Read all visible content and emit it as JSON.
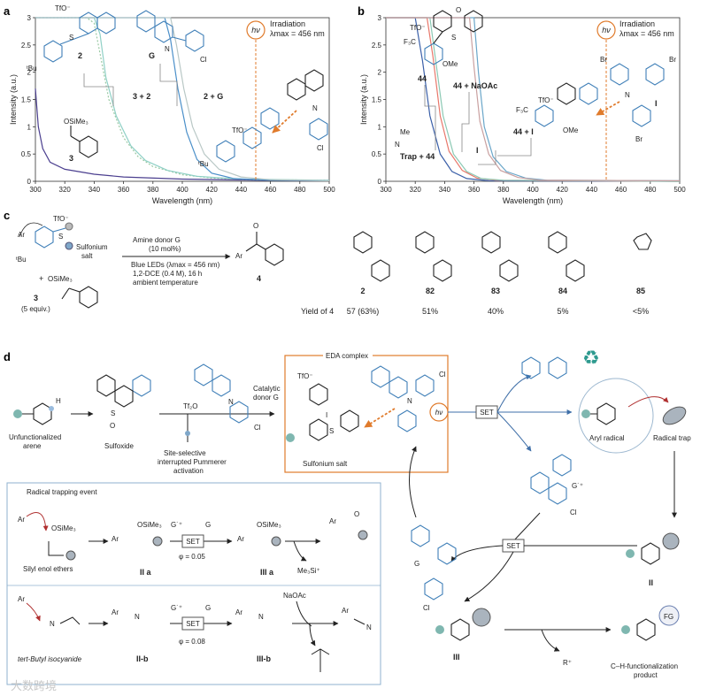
{
  "panels": {
    "a": "a",
    "b": "b",
    "c": "c",
    "d": "d"
  },
  "chart_data": [
    {
      "type": "line",
      "panel": "a",
      "xlabel": "Wavelength (nm)",
      "ylabel": "Intensity (a.u.)",
      "xlim": [
        300,
        500
      ],
      "ylim": [
        0,
        3
      ],
      "xticks": [
        300,
        320,
        340,
        360,
        380,
        400,
        420,
        440,
        460,
        480,
        500
      ],
      "yticks": [
        0,
        0.5,
        1,
        1.5,
        2,
        2.5,
        3
      ],
      "irradiation": {
        "label": "Irradiation",
        "lambda": "λmax = 456 nm",
        "x": 450,
        "hv": "hν"
      },
      "series": [
        {
          "name": "3",
          "color": "#4b3f8f",
          "points": [
            [
              300,
              1.7
            ],
            [
              302,
              1.0
            ],
            [
              305,
              0.6
            ],
            [
              310,
              0.35
            ],
            [
              320,
              0.22
            ],
            [
              340,
              0.13
            ],
            [
              360,
              0.08
            ],
            [
              400,
              0.04
            ],
            [
              450,
              0.02
            ],
            [
              500,
              0.01
            ]
          ]
        },
        {
          "name": "3 + 2",
          "color": "#9ac9a3",
          "dashed": true,
          "points": [
            [
              300,
              3
            ],
            [
              335,
              3
            ],
            [
              340,
              2.9
            ],
            [
              345,
              2.2
            ],
            [
              350,
              1.5
            ],
            [
              360,
              0.8
            ],
            [
              370,
              0.45
            ],
            [
              380,
              0.27
            ],
            [
              400,
              0.12
            ],
            [
              420,
              0.06
            ],
            [
              450,
              0.03
            ],
            [
              500,
              0.02
            ]
          ]
        },
        {
          "name": "2",
          "color": "#8fd0c6",
          "points": [
            [
              300,
              3
            ],
            [
              340,
              3
            ],
            [
              344,
              2.7
            ],
            [
              348,
              1.9
            ],
            [
              355,
              1.2
            ],
            [
              365,
              0.65
            ],
            [
              375,
              0.38
            ],
            [
              390,
              0.2
            ],
            [
              410,
              0.09
            ],
            [
              440,
              0.04
            ],
            [
              500,
              0.02
            ]
          ]
        },
        {
          "name": "G",
          "color": "#4a8fc9",
          "points": [
            [
              300,
              3
            ],
            [
              388,
              3
            ],
            [
              392,
              2.6
            ],
            [
              397,
              1.7
            ],
            [
              403,
              0.9
            ],
            [
              410,
              0.4
            ],
            [
              420,
              0.15
            ],
            [
              435,
              0.05
            ],
            [
              460,
              0.02
            ],
            [
              500,
              0.01
            ]
          ]
        },
        {
          "name": "2 + G",
          "color": "#b9c8c6",
          "points": [
            [
              300,
              3
            ],
            [
              392,
              3
            ],
            [
              396,
              2.5
            ],
            [
              401,
              1.7
            ],
            [
              407,
              1.0
            ],
            [
              415,
              0.5
            ],
            [
              425,
              0.22
            ],
            [
              440,
              0.08
            ],
            [
              460,
              0.03
            ],
            [
              500,
              0.01
            ]
          ]
        }
      ]
    },
    {
      "type": "line",
      "panel": "b",
      "xlabel": "Wavelength (nm)",
      "ylabel": "Intensity (a.u.)",
      "xlim": [
        300,
        500
      ],
      "ylim": [
        0,
        3
      ],
      "xticks": [
        300,
        320,
        340,
        360,
        380,
        400,
        420,
        440,
        460,
        480,
        500
      ],
      "yticks": [
        0,
        0.5,
        1,
        1.5,
        2,
        2.5,
        3
      ],
      "irradiation": {
        "label": "Irradiation",
        "lambda": "λmax = 456 nm",
        "x": 450,
        "hv": "hν"
      },
      "series": [
        {
          "name": "Trap + 44",
          "color": "#3a5fa8",
          "points": [
            [
              300,
              3
            ],
            [
              320,
              3
            ],
            [
              325,
              2.2
            ],
            [
              330,
              1.2
            ],
            [
              337,
              0.5
            ],
            [
              345,
              0.18
            ],
            [
              355,
              0.05
            ],
            [
              370,
              0.01
            ],
            [
              500,
              0
            ]
          ]
        },
        {
          "name": "44",
          "color": "#e8776a",
          "points": [
            [
              300,
              3
            ],
            [
              328,
              3
            ],
            [
              332,
              2.3
            ],
            [
              337,
              1.2
            ],
            [
              343,
              0.55
            ],
            [
              352,
              0.2
            ],
            [
              362,
              0.06
            ],
            [
              375,
              0.02
            ],
            [
              500,
              0
            ]
          ]
        },
        {
          "name": "44 + NaOAc",
          "color": "#8cc9b4",
          "points": [
            [
              300,
              3
            ],
            [
              330,
              3
            ],
            [
              334,
              2.2
            ],
            [
              339,
              1.2
            ],
            [
              346,
              0.5
            ],
            [
              355,
              0.18
            ],
            [
              365,
              0.05
            ],
            [
              380,
              0.02
            ],
            [
              500,
              0
            ]
          ]
        },
        {
          "name": "44 + I",
          "color": "#6aa6c9",
          "points": [
            [
              300,
              3
            ],
            [
              360,
              3
            ],
            [
              363,
              2.0
            ],
            [
              367,
              1.0
            ],
            [
              373,
              0.45
            ],
            [
              382,
              0.18
            ],
            [
              395,
              0.06
            ],
            [
              410,
              0.02
            ],
            [
              500,
              0.01
            ]
          ]
        },
        {
          "name": "I",
          "color": "#c9a0a0",
          "points": [
            [
              300,
              3
            ],
            [
              357,
              3
            ],
            [
              360,
              2.1
            ],
            [
              364,
              1.1
            ],
            [
              370,
              0.5
            ],
            [
              378,
              0.2
            ],
            [
              390,
              0.07
            ],
            [
              405,
              0.02
            ],
            [
              500,
              0.01
            ]
          ]
        }
      ]
    },
    {
      "type": "table",
      "panel": "c",
      "row_label": "Yield of 4",
      "catalysts": [
        "2",
        "82",
        "83",
        "84",
        "85"
      ],
      "yields": [
        "57 (63%)",
        "51%",
        "40%",
        "5%",
        "<5%"
      ]
    }
  ],
  "panel_a": {
    "tfo": "TfO⁻",
    "c2": "2",
    "cG": "G",
    "c3": "3",
    "tbu": "ᵗBu",
    "cl": "Cl",
    "osime3": "OSiMe₃",
    "s_plus": "S",
    "lbl_3p2": "3 + 2",
    "lbl_2pG": "2 + G",
    "tfo2": "TfO⁻",
    "n": "N"
  },
  "panel_b": {
    "tfo": "TfO⁻",
    "cf3": "F₃C",
    "ome": "OMe",
    "c44": "44",
    "lbl_naoac": "44 + NaOAc",
    "lbl_44I": "44 + I",
    "lbl_trap": "Trap + 44",
    "lbl_I": "I",
    "lbl_I2": "I",
    "br": "Br",
    "me": "Me",
    "n": "N",
    "o": "O",
    "s": "S"
  },
  "panel_c": {
    "ar": "Ar",
    "tfo": "TfO⁻",
    "s": "S",
    "sulfonium": "Sulfonium",
    "salt": "salt",
    "tbu": "ᵗBu",
    "plus": "+",
    "osime3": "OSiMe₃",
    "c3": "3",
    "equiv": "(5 equiv.)",
    "cond1": "Amine donor G",
    "cond2": "(10 mol%)",
    "cond3": "Blue LEDs (λmax = 456 nm)",
    "cond4": "1,2-DCE (0.4 M), 16 h",
    "cond5": "ambient temperature",
    "c4": "4",
    "o": "O"
  },
  "panel_d": {
    "unfunc1": "Unfunctionalized",
    "unfunc2": "arene",
    "h": "H",
    "sulfoxide": "Sulfoxide",
    "tf2o": "Tf₂O",
    "site1": "Site-selective",
    "site2": "interrupted Pummerer",
    "site3": "activation",
    "catd1": "Catalytic",
    "catd2": "donor G",
    "eda": "EDA complex",
    "tfo": "TfO⁻",
    "cI": "I",
    "sulf_salt": "Sulfonium salt",
    "hv": "hν",
    "set": "SET",
    "set2": "SET",
    "aryl_radical": "Aryl radical",
    "radical_trap": "Radical trap",
    "gcation": "G˙⁺",
    "cl": "Cl",
    "g": "G",
    "cII": "II",
    "cIII": "III",
    "rplus": "R⁺",
    "fg": "FG",
    "ch1": "C–H-functionalization",
    "ch2": "product",
    "trap_title": "Radical trapping event",
    "ar": "Ar",
    "osime3": "OSiMe₃",
    "silyl": "Silyl enol ethers",
    "IIa": "II a",
    "IIIa": "III a",
    "phi1": "φ = 0.05",
    "me3si": "Me₃Si⁺",
    "tbuiso": "tert-Butyl isocyanide",
    "IIb": "II-b",
    "IIIb": "III-b",
    "phi2": "φ = 0.08",
    "naoac": "NaOAc",
    "n": "N",
    "s": "S",
    "o": "O",
    "gc": "G˙⁺",
    "gg": "G",
    "recycle": "♻"
  },
  "watermark": "大数跨境"
}
